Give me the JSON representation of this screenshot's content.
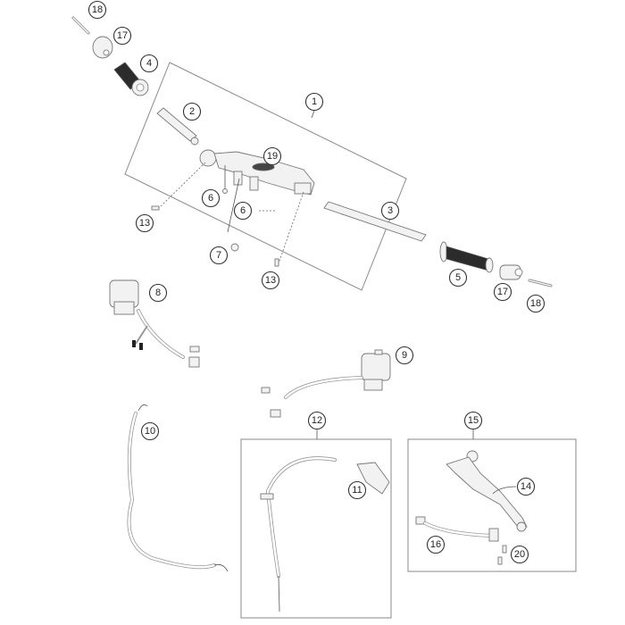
{
  "diagram": {
    "title": "Handlebar assembly exploded view",
    "callouts": [
      {
        "id": "18a",
        "label": "18"
      },
      {
        "id": "17a",
        "label": "17"
      },
      {
        "id": "4",
        "label": "4"
      },
      {
        "id": "1",
        "label": "1"
      },
      {
        "id": "2",
        "label": "2"
      },
      {
        "id": "19",
        "label": "19"
      },
      {
        "id": "6a",
        "label": "6"
      },
      {
        "id": "6b",
        "label": "6"
      },
      {
        "id": "13a",
        "label": "13"
      },
      {
        "id": "7",
        "label": "7"
      },
      {
        "id": "13b",
        "label": "13"
      },
      {
        "id": "3",
        "label": "3"
      },
      {
        "id": "5",
        "label": "5"
      },
      {
        "id": "17b",
        "label": "17"
      },
      {
        "id": "18b",
        "label": "18"
      },
      {
        "id": "8",
        "label": "8"
      },
      {
        "id": "9",
        "label": "9"
      },
      {
        "id": "10",
        "label": "10"
      },
      {
        "id": "12",
        "label": "12"
      },
      {
        "id": "11",
        "label": "11"
      },
      {
        "id": "15",
        "label": "15"
      },
      {
        "id": "14",
        "label": "14"
      },
      {
        "id": "16",
        "label": "16"
      },
      {
        "id": "20",
        "label": "20"
      }
    ],
    "parts": {
      "handlebar_group": "1",
      "left_bar": "2",
      "right_bar": "3",
      "left_grip": "4",
      "right_grip": "5",
      "screw_small": "6",
      "screw_nut": "7",
      "left_switch": "8",
      "right_switch": "9",
      "clutch_cable": "10",
      "throttle_cover": "11",
      "throttle_cable_group": "12",
      "bolt": "13",
      "lever": "14",
      "lever_group": "15",
      "switch_harness": "16",
      "bar_end_weight": "17",
      "bar_end_screw": "18",
      "triple_clamp": "19",
      "set_screw": "20"
    }
  }
}
